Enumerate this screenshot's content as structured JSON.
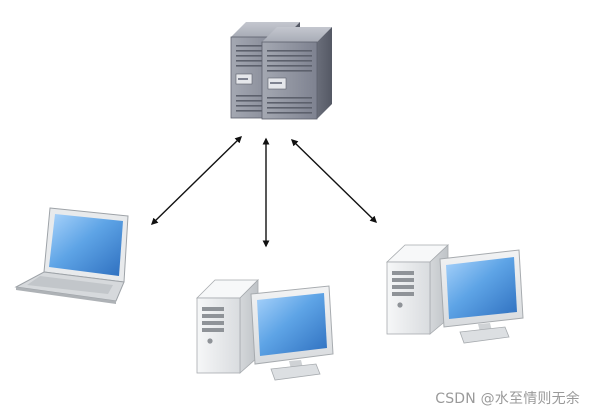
{
  "diagram": {
    "nodes": [
      {
        "id": "server",
        "icon": "server-rack-icon"
      },
      {
        "id": "laptop",
        "icon": "laptop-icon"
      },
      {
        "id": "desktop-center",
        "icon": "desktop-computer-icon"
      },
      {
        "id": "desktop-right",
        "icon": "desktop-computer-icon"
      }
    ],
    "edges": [
      {
        "from": "server",
        "to": "laptop",
        "direction": "both"
      },
      {
        "from": "server",
        "to": "desktop-center",
        "direction": "both"
      },
      {
        "from": "server",
        "to": "desktop-right",
        "direction": "both"
      }
    ]
  },
  "watermark": "CSDN @水至情则无余",
  "colors": {
    "arrow": "#111111",
    "server_body": "#8a8e9a",
    "screen": "#5ea4e6",
    "case": "#eef0f2",
    "watermark": "#9a9a9a"
  }
}
